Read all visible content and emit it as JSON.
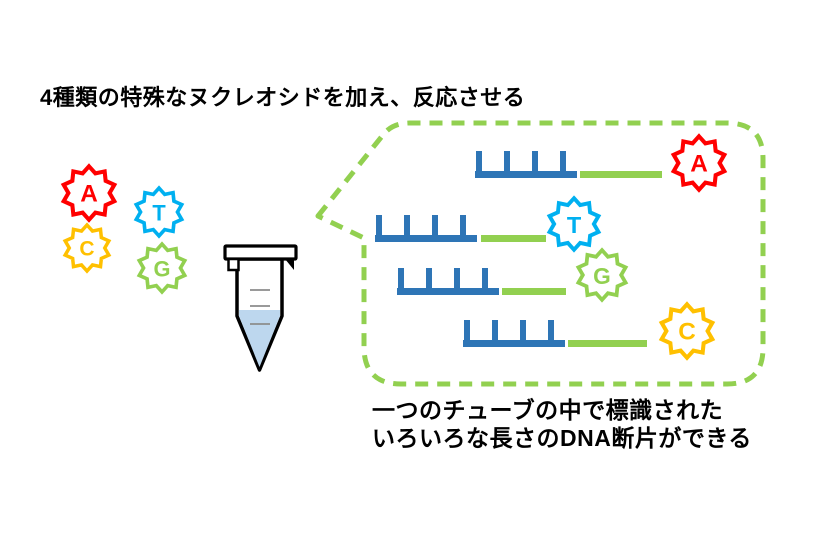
{
  "title": "4種類の特殊なヌクレオシドを加え、反応させる",
  "caption": {
    "line1": "一つのチューブの中で標識された",
    "line2": "いろいろな長さのDNA断片ができる"
  },
  "colors": {
    "red": "#FF0000",
    "blue": "#00B0F0",
    "gold": "#FFC000",
    "green": "#92D050",
    "dna_blue": "#2E75B6",
    "tube_liquid": "#BDD7EE",
    "tube_outline": "#000000",
    "grad_mark": "#8C8C8C",
    "text": "#000000"
  },
  "free_nucleotides": [
    {
      "label": "A",
      "color_key": "red"
    },
    {
      "label": "T",
      "color_key": "blue"
    },
    {
      "label": "C",
      "color_key": "gold"
    },
    {
      "label": "G",
      "color_key": "green"
    }
  ],
  "bubble": {
    "rows": [
      {
        "label": "A",
        "color_key": "red"
      },
      {
        "label": "T",
        "color_key": "blue"
      },
      {
        "label": "G",
        "color_key": "green"
      },
      {
        "label": "C",
        "color_key": "gold"
      }
    ]
  }
}
